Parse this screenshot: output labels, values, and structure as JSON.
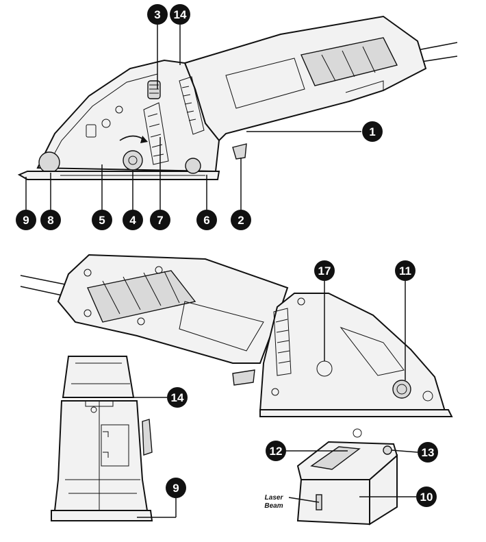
{
  "callouts": {
    "c1": "1",
    "c2": "2",
    "c3": "3",
    "c4": "4",
    "c5": "5",
    "c6": "6",
    "c7": "7",
    "c8": "8",
    "c9_top": "9",
    "c9_bottom": "9",
    "c10": "10",
    "c11": "11",
    "c12": "12",
    "c13": "13",
    "c14_top": "14",
    "c14_bottom": "14",
    "c17": "17"
  },
  "caption": {
    "laser_line1": "Laser",
    "laser_line2": "Beam"
  },
  "colors": {
    "badge": "#111111",
    "line": "#111111",
    "body": "#f2f2f2"
  }
}
